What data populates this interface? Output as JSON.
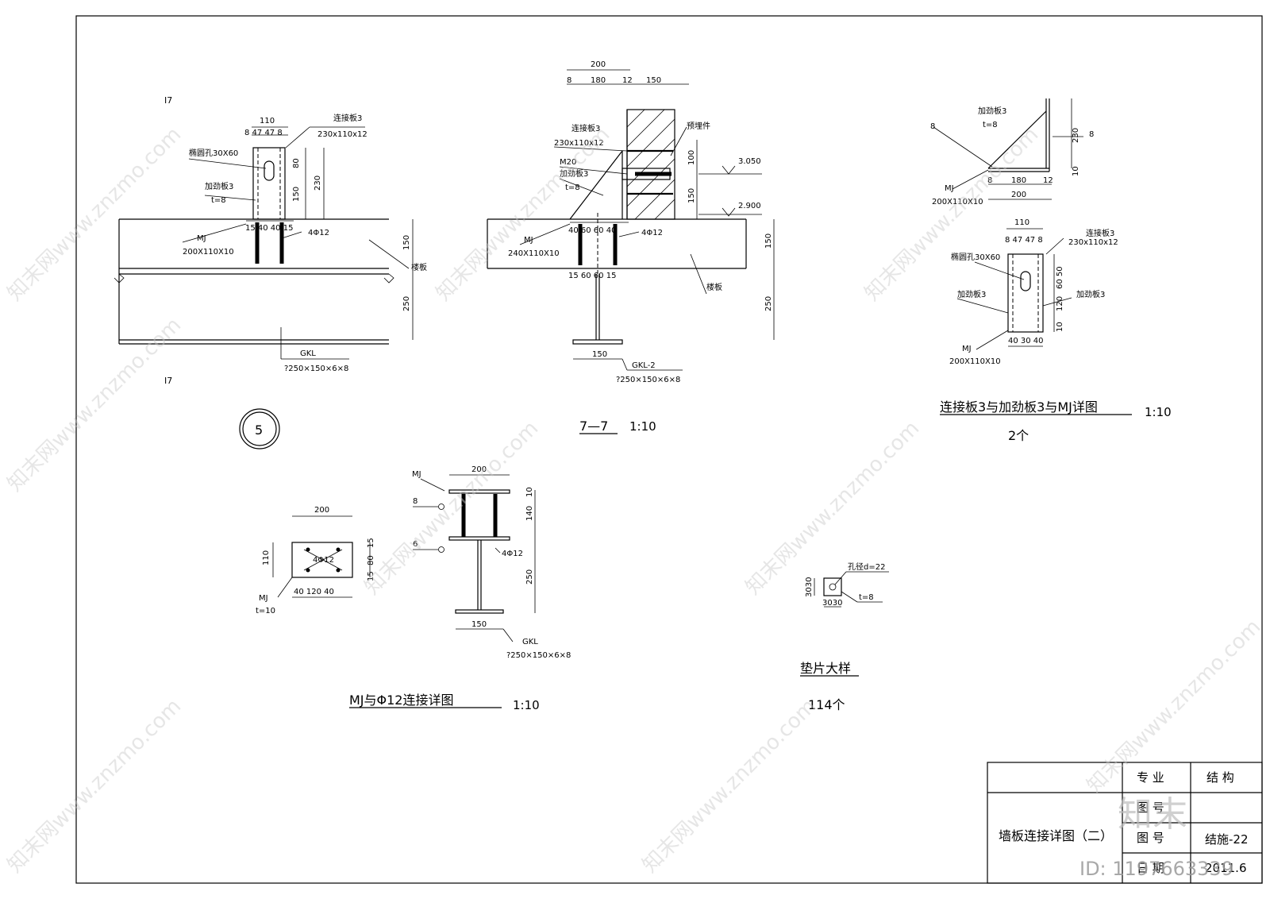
{
  "detail_a": {
    "section_top": "I7",
    "section_bottom": "I7",
    "dim_110": "110",
    "dim_8_47_47_8": "8  47 47  8",
    "plate_label": "连接板3",
    "plate_size": "230x110x12",
    "slot_label": "椭圆孔30X60",
    "stiff_label": "加劲板3",
    "stiff_t": "t=8",
    "dim_80": "80",
    "dim_150": "150",
    "dim_230": "230",
    "dim_15_40_40_15": "15 40 40 15",
    "mj_label": "MJ",
    "mj_size": "200X110X10",
    "rebar": "4Φ12",
    "slab_label": "楼板",
    "dim_right_150": "150",
    "dim_right_250": "250",
    "beam_label": "GKL",
    "beam_size": "?250×150×6×8",
    "circle_number": "5"
  },
  "detail_77": {
    "dim_200": "200",
    "dim_8": "8",
    "dim_180": "180",
    "dim_12": "12",
    "dim_150": "150",
    "plate_label": "连接板3",
    "plate_size": "230x110x12",
    "bolt": "M20",
    "stiff_label": "加劲板3",
    "stiff_t": "t=8",
    "embed_label": "预埋件",
    "dim_100": "100",
    "dim_150b": "150",
    "elev_upper": "3.050",
    "elev_lower": "2.900",
    "mj_label": "MJ",
    "mj_size": "240X110X10",
    "dim_top_row": "40 60  60 40",
    "rebar": "4Φ12",
    "dim_bot_row": "15  60  60  15",
    "slab_label": "楼板",
    "dim_right_150": "150",
    "dim_right_250": "250",
    "dim_flange": "150",
    "beam_label": "GKL-2",
    "beam_size": "?250×150×6×8",
    "title": "7—7",
    "scale": "1:10"
  },
  "detail_plate": {
    "stiff_label": "加劲板3",
    "stiff_t": "t=8",
    "weld_left": "8",
    "weld_right": "8",
    "dim_230": "230",
    "dim_10": "10",
    "dim_8": "8",
    "dim_180": "180",
    "dim_12": "12",
    "dim_200": "200",
    "mj_label": "MJ",
    "mj_size": "200X110X10",
    "dim_110": "110",
    "dim_8_47_47_8": "8 47 47 8",
    "plate_label": "连接板3",
    "plate_size": "230x110x12",
    "slot_label": "椭圆孔30X60",
    "stiff_a": "加劲板3",
    "stiff_b": "加劲板3",
    "dim_v": "60 50",
    "dim_v2": "60",
    "dim_v3": "120",
    "dim_v4": "10",
    "mj2_label": "MJ",
    "mj2_size": "200X110X10",
    "dim_40_30_40": "40 30 40",
    "title": "连接板3与加劲板3与MJ详图",
    "scale": "1:10",
    "qty": "2个"
  },
  "detail_mj": {
    "dim_200": "200",
    "dim_110": "110",
    "rebar": "4Φ12",
    "dim_15": "15",
    "dim_80": "80",
    "dim_15b": "15",
    "mj_label": "MJ",
    "mj_t": "t=10",
    "dim_40_120_40": "40   120   40",
    "mj_label2": "MJ",
    "dim_200b": "200",
    "weld_8": "8",
    "weld_6": "6",
    "dim_10": "10",
    "dim_140": "140",
    "rebar2": "4Φ12",
    "dim_250": "250",
    "dim_150": "150",
    "beam_label": "GKL",
    "beam_size": "?250×150×6×8",
    "title": "MJ与Φ12连接详图",
    "scale": "1:10"
  },
  "detail_washer": {
    "hole": "孔径d=22",
    "t": "t=8",
    "dim_v": "3030",
    "dim_h": "3030",
    "title": "垫片大样",
    "qty": "114个"
  },
  "title_block": {
    "major_label": "专   业",
    "major_value": "结 构",
    "row2_label": "图   号",
    "drawing_name": "墙板连接详图（二）",
    "row3_label": "图   号",
    "drawing_no": "结施-22",
    "row4_label": "日   期",
    "date": "2011.6"
  },
  "watermark": {
    "site": "知末网www.znzmo.com",
    "logo": "知末",
    "id": "ID: 1197663339"
  }
}
